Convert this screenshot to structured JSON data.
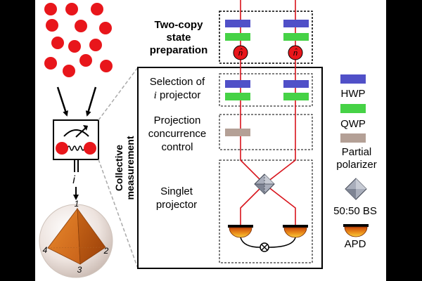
{
  "section_labels": {
    "two_copy_line1": "Two-copy",
    "two_copy_line2": "state",
    "two_copy_line3": "preparation",
    "collective_line1": "Collective",
    "collective_line2": "measurement",
    "selection_line1": "Selection of",
    "selection_italic": "i",
    "selection_line2_rest": " projector",
    "projection_line1": "Projection",
    "projection_line2": "concurrence",
    "projection_line3": "control",
    "singlet_line1": "Singlet",
    "singlet_line2": "projector"
  },
  "legend": {
    "hwp": "HWP",
    "qwp": "QWP",
    "partial_line1": "Partial",
    "partial_line2": "polarizer",
    "bs": "50:50 BS",
    "apd": "APD"
  },
  "pinhole_label": "n̂",
  "outcome_label": "i",
  "tetrahedron_labels": [
    "1",
    "2",
    "3",
    "4"
  ],
  "colors": {
    "hwp": "#5050C8",
    "qwp": "#46D246",
    "partial_polarizer": "#B4A096",
    "photon": "#E8161B",
    "beam": "#D8141C",
    "apd_top": "#D35400",
    "apd_bottom": "#F6C030",
    "tetra_face_left": "#D9701F",
    "tetra_face_right": "#C35A14",
    "tetra_face_front": "#B34A0E",
    "sphere": "#E8D8D0",
    "bs_face": "#9AA0AE",
    "bs_edge": "#404652"
  }
}
